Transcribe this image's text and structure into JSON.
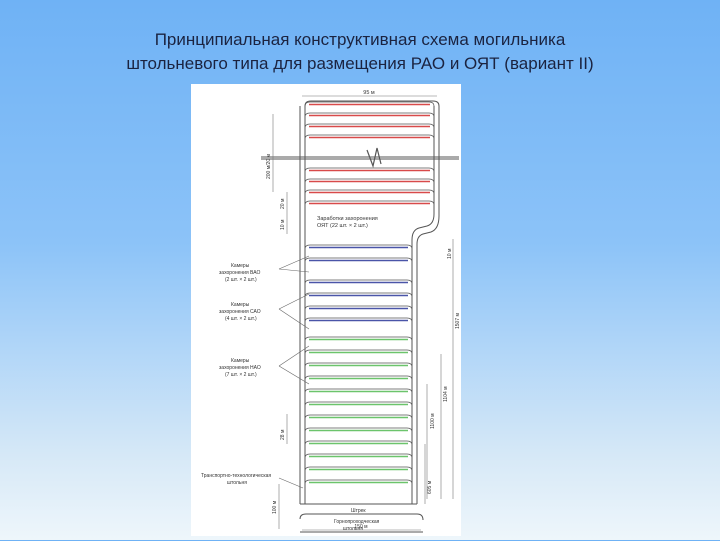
{
  "slide": {
    "title_line1": "Принципиальная конструктивная схема могильника",
    "title_line2": "штольневого типа для размещения РАО и ОЯТ (вариант II)"
  },
  "diagram": {
    "dims": {
      "top_width": "95 м",
      "left_upper": "200 м/20 м",
      "left_20": "20 м",
      "left_10": "10 м",
      "right_10": "10 м",
      "right_total": "1507 м",
      "right_mid": "1104 м",
      "right_lower": "1100 м",
      "left_28": "28 м",
      "right_605": "605 м",
      "left_bottom": "100 м",
      "bottom_width": "150 м"
    },
    "labels": {
      "oyat_1": "Заработки захоронения",
      "oyat_2": "ОЯТ (22 шт. × 2 шт.)",
      "vao_1": "Камеры",
      "vao_2": "захоронения ВАО",
      "vao_3": "(2 шт. × 2 шт.)",
      "sao_1": "Камеры",
      "sao_2": "захоронения САО",
      "sao_3": "(4 шт. × 2 шт.)",
      "nao_1": "Камеры",
      "nao_2": "захоронения НАО",
      "nao_3": "(7 шт. × 2 шт.)",
      "transport_1": "Транспортно-технологическая",
      "transport_2": "штольня",
      "shtrek": "Штрек",
      "gorno_1": "Горнопроходческая",
      "gorno_2": "штольня"
    },
    "colors": {
      "red": "#d84a4a",
      "blue": "#4a55a8",
      "green": "#6cc46c",
      "line": "#555555"
    }
  }
}
